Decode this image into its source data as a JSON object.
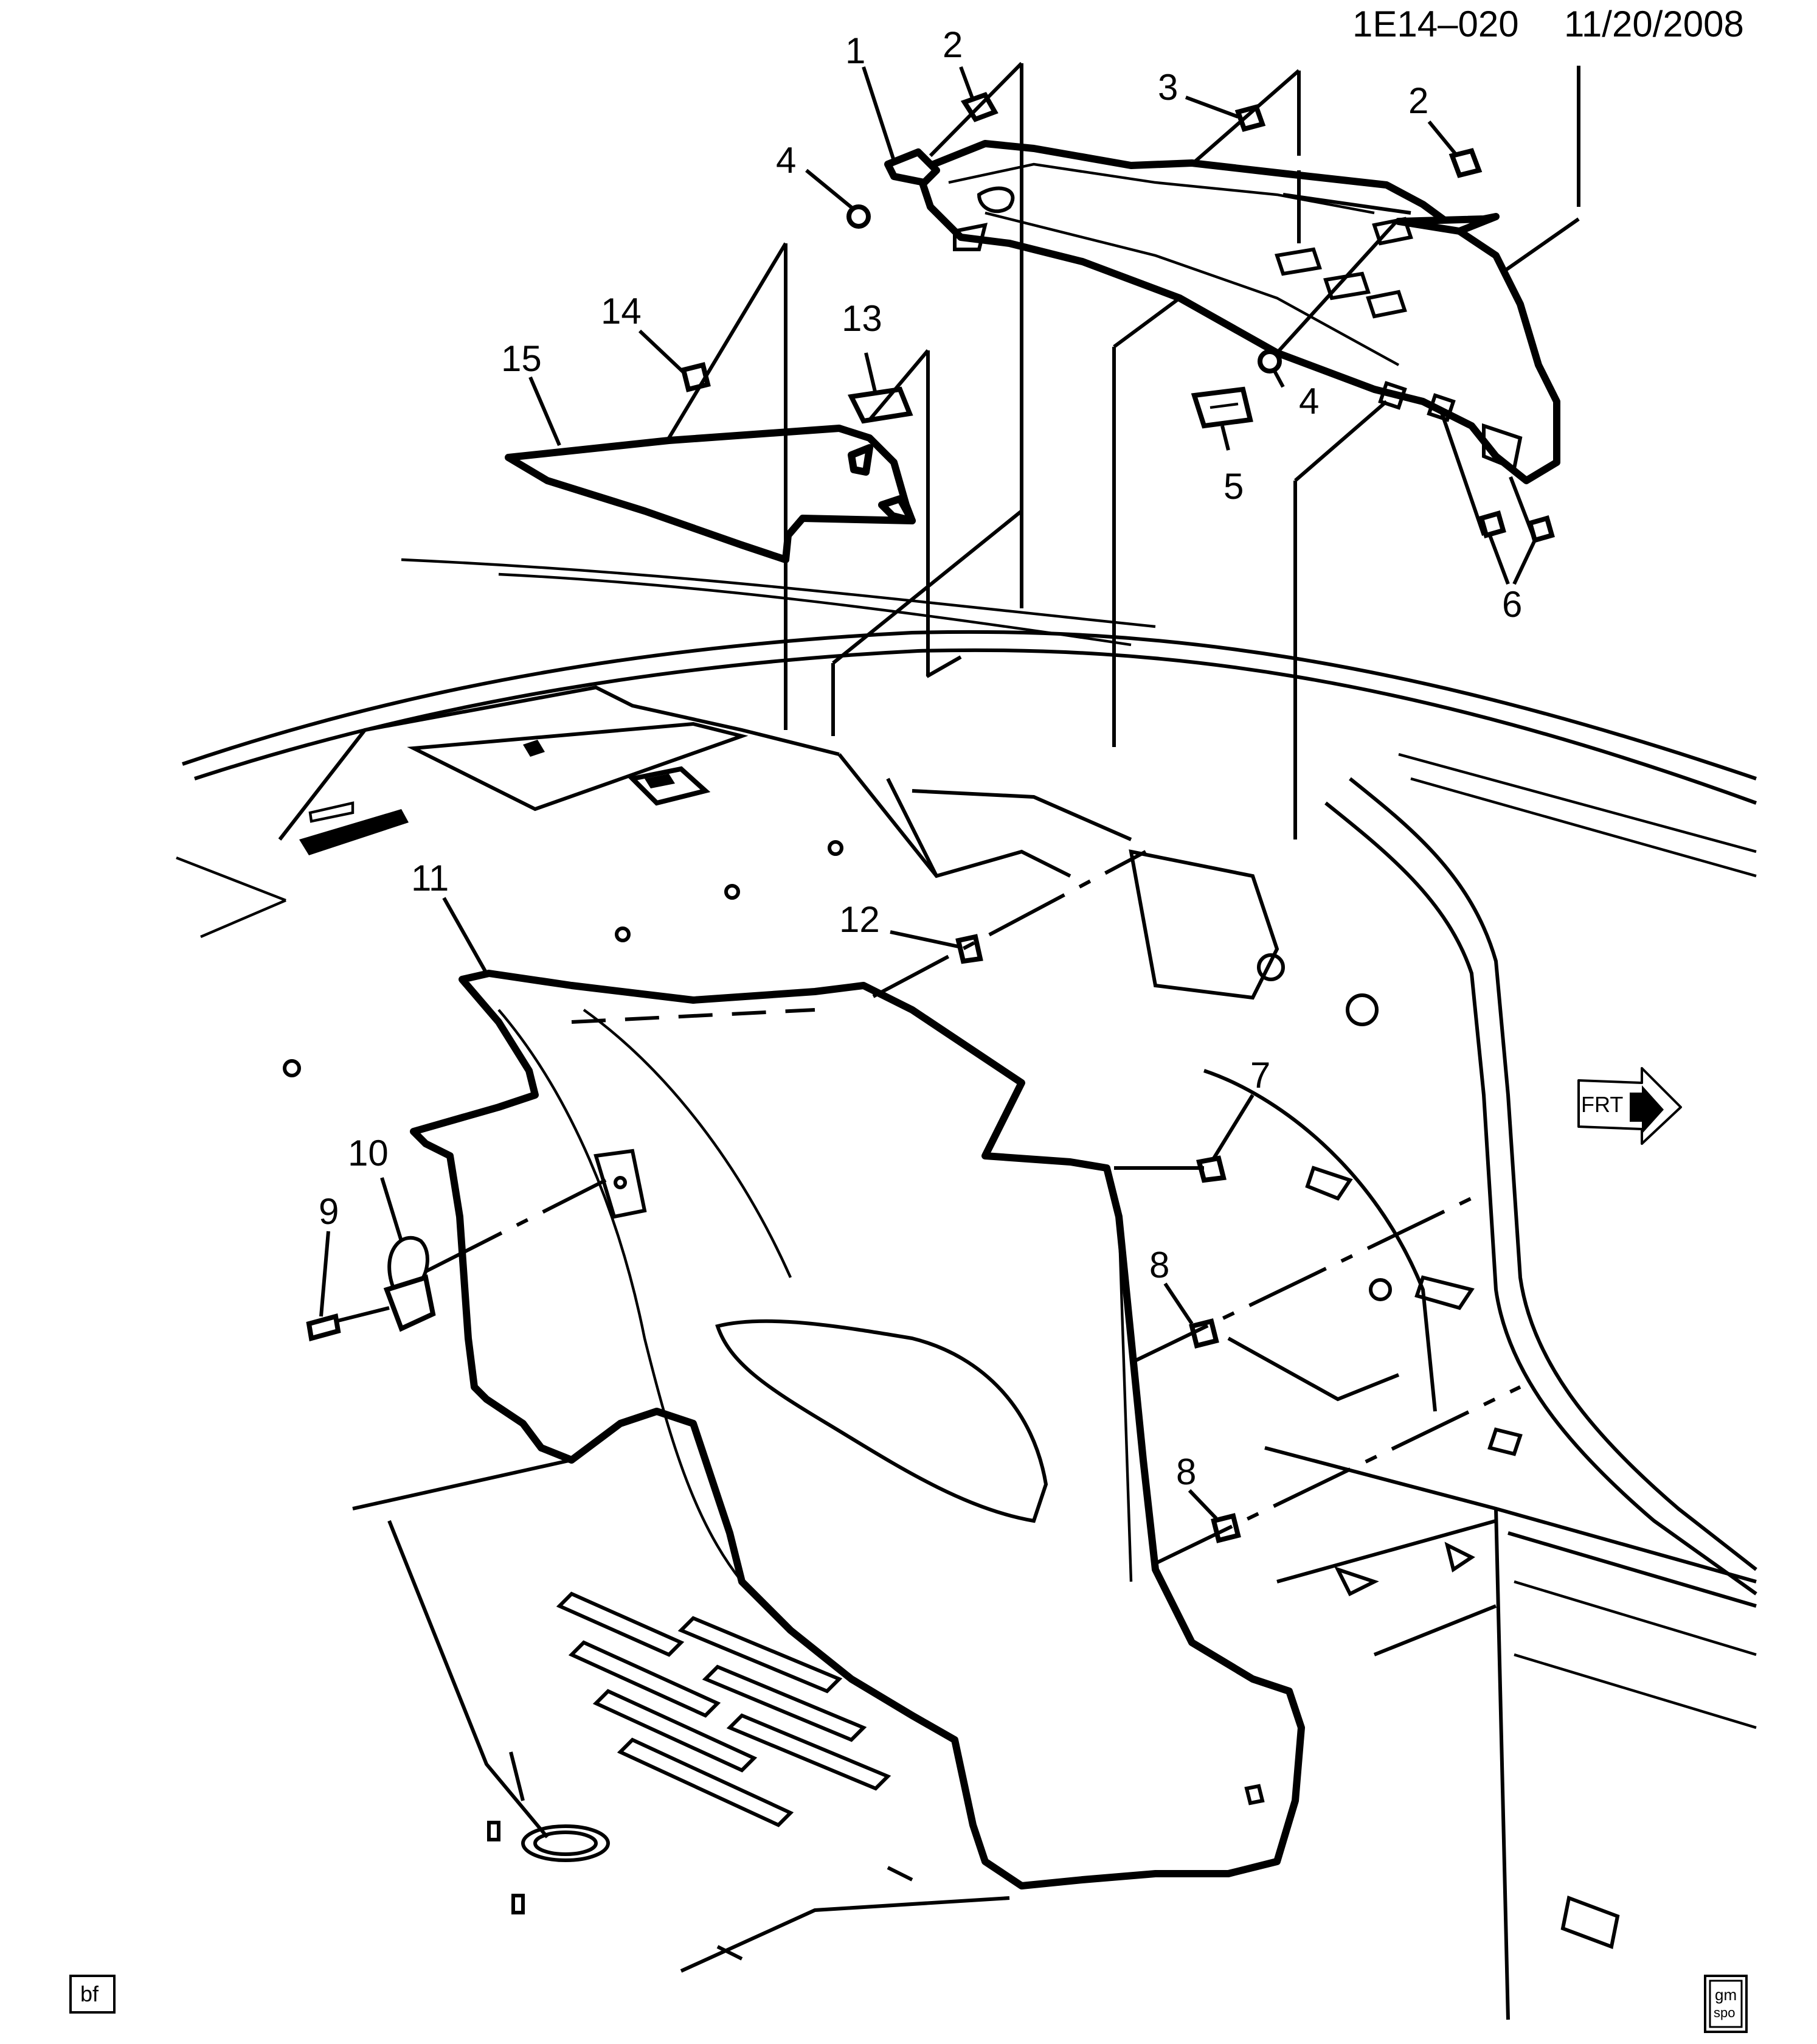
{
  "header": {
    "drawing_id": "1E14–020",
    "date": "11/20/2008"
  },
  "callouts": [
    {
      "id": "callout-1",
      "label": "1"
    },
    {
      "id": "callout-2a",
      "label": "2"
    },
    {
      "id": "callout-3",
      "label": "3"
    },
    {
      "id": "callout-2b",
      "label": "2"
    },
    {
      "id": "callout-4a",
      "label": "4"
    },
    {
      "id": "callout-4b",
      "label": "4"
    },
    {
      "id": "callout-5",
      "label": "5"
    },
    {
      "id": "callout-6",
      "label": "6"
    },
    {
      "id": "callout-14",
      "label": "14"
    },
    {
      "id": "callout-13",
      "label": "13"
    },
    {
      "id": "callout-15",
      "label": "15"
    },
    {
      "id": "callout-11",
      "label": "11"
    },
    {
      "id": "callout-12",
      "label": "12"
    },
    {
      "id": "callout-7",
      "label": "7"
    },
    {
      "id": "callout-10",
      "label": "10"
    },
    {
      "id": "callout-9",
      "label": "9"
    },
    {
      "id": "callout-8a",
      "label": "8"
    },
    {
      "id": "callout-8b",
      "label": "8"
    }
  ],
  "direction_arrow": {
    "label": "FRT"
  },
  "footer": {
    "left_tag": "bf",
    "logo_line1": "gm",
    "logo_line2": "spo"
  }
}
